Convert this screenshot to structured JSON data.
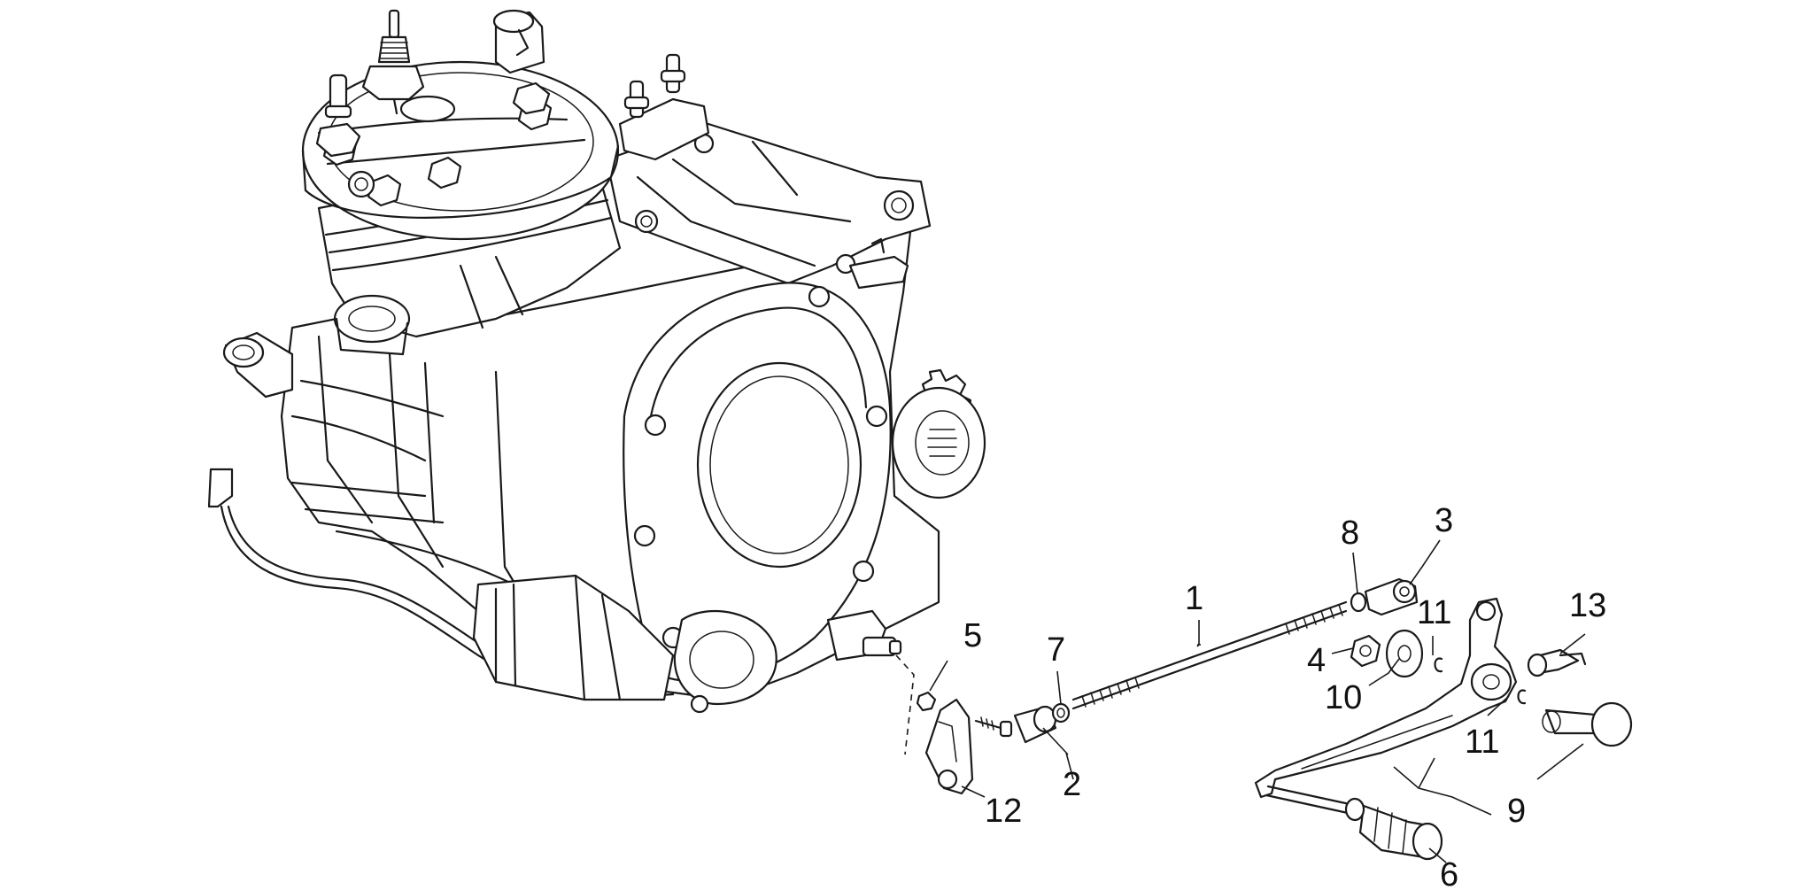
{
  "callouts": [
    {
      "id": "1",
      "label": "1"
    },
    {
      "id": "2",
      "label": "2"
    },
    {
      "id": "3",
      "label": "3"
    },
    {
      "id": "4",
      "label": "4"
    },
    {
      "id": "5",
      "label": "5"
    },
    {
      "id": "6",
      "label": "6"
    },
    {
      "id": "7",
      "label": "7"
    },
    {
      "id": "8",
      "label": "8"
    },
    {
      "id": "9",
      "label": "9"
    },
    {
      "id": "10",
      "label": "10"
    },
    {
      "id": "11a",
      "label": "11"
    },
    {
      "id": "11b",
      "label": "11"
    },
    {
      "id": "12",
      "label": "12"
    },
    {
      "id": "13",
      "label": "13"
    }
  ]
}
